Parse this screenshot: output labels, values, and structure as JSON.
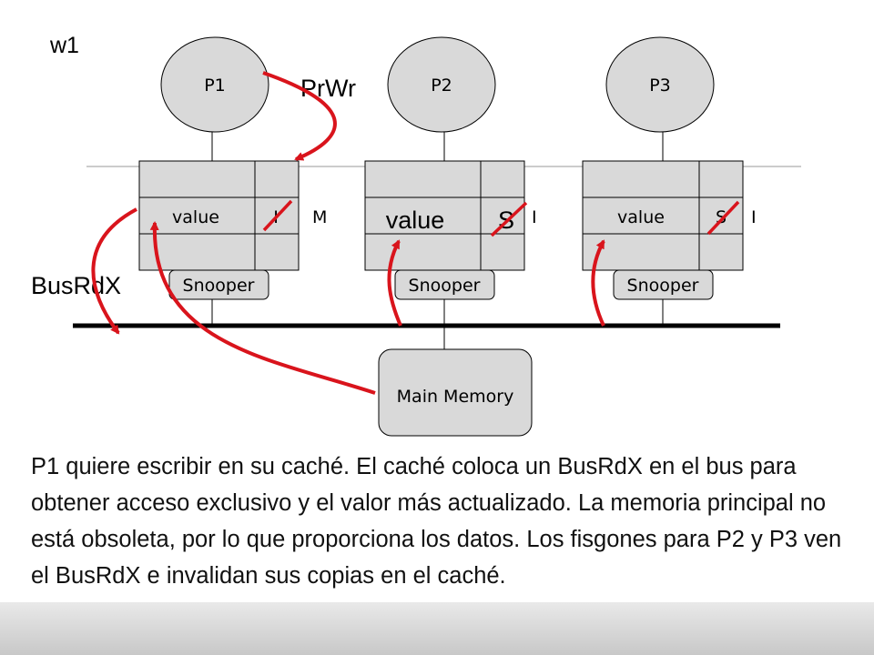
{
  "slide_label": "w1",
  "processors": [
    {
      "name": "P1",
      "value_label": "value",
      "state_old": "I",
      "state_new": "M",
      "snooper_label": "Snooper"
    },
    {
      "name": "P2",
      "value_label": "value",
      "state_old": "S",
      "state_new": "I",
      "snooper_label": "Snooper"
    },
    {
      "name": "P3",
      "value_label": "value",
      "state_old": "S",
      "state_new": "I",
      "snooper_label": "Snooper"
    }
  ],
  "memory_label": "Main Memory",
  "action_prwr": "PrWr",
  "action_busrdx": "BusRdX",
  "caption": "P1 quiere escribir en su caché. El caché coloca un BusRdX en el bus para obtener acceso exclusivo y el valor más actualizado. La memoria principal no está obsoleta, por lo que proporciona los datos. Los fisgones para P2 y P3 ven el BusRdX e invalidan sus copias en el caché.",
  "colors": {
    "arrow": "#d9141c",
    "box_fill": "#d9d9d9",
    "stroke": "#000000"
  }
}
